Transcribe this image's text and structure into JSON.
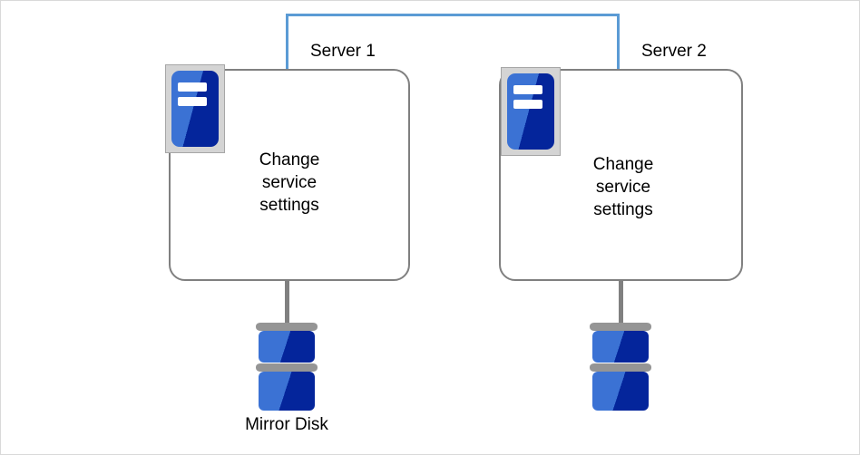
{
  "diagram": {
    "title_hidden": "",
    "colors": {
      "heartbeat_link": "#5B9BD5",
      "box_border": "#808080",
      "icon_blue_light": "#3B72D4",
      "icon_blue_dark": "#04259B",
      "icon_frame": "#D4D4D4",
      "disk_cap_gray": "#959595",
      "connector_gray": "#808080",
      "text": "#000000",
      "page_border": "#D9D9D9",
      "background": "#FFFFFF"
    },
    "nodes": [
      {
        "label": "Server 1",
        "body_text": [
          "Change",
          "service",
          "settings"
        ],
        "icon": "server-machine-icon"
      },
      {
        "label": "Server 2",
        "body_text": [
          "Change",
          "service",
          "settings"
        ],
        "icon": "server-machine-icon"
      }
    ],
    "disks": [
      {
        "label": "Mirror Disk"
      },
      {
        "label": ""
      }
    ],
    "links": {
      "heartbeat": "interconnect-bracket"
    }
  }
}
